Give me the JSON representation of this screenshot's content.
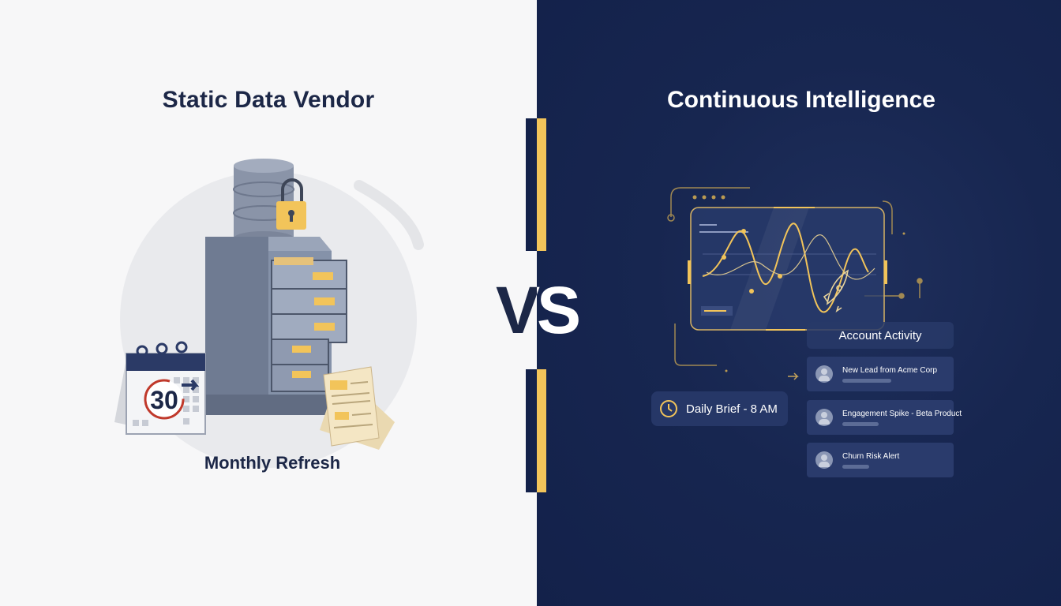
{
  "left": {
    "title": "Static Data Vendor",
    "caption": "Monthly Refresh",
    "calendar_number": "30"
  },
  "center": {
    "vs_label": "VS"
  },
  "right": {
    "title": "Continuous Intelligence",
    "activity_title": "Account Activity",
    "activity_items": [
      {
        "label": "New Lead from Acme Corp"
      },
      {
        "label": "Engagement Spike - Beta Product"
      },
      {
        "label": "Churn Risk Alert"
      }
    ],
    "brief_label": "Daily Brief - 8 AM"
  },
  "colors": {
    "navy": "#13214a",
    "accent": "#f2c45a",
    "ink": "#1c2747",
    "steel": "#7f8ca3"
  },
  "icons": [
    "database-lock-icon",
    "filing-cabinet-icon",
    "calendar-icon",
    "document-icon",
    "waveform-screen-icon",
    "rocket-icon",
    "clock-icon",
    "user-avatar-icon",
    "arrow-right-icon"
  ]
}
